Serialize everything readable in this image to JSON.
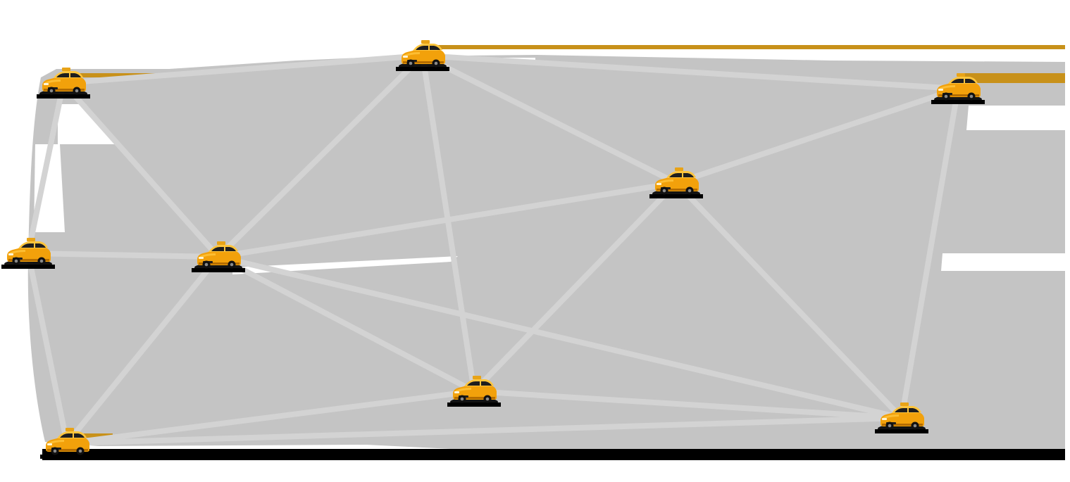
{
  "diagram": {
    "node_icon": "taxi-car-icon",
    "colors": {
      "background": "#ffffff",
      "region_fill": "#c4c4c4",
      "link": "#d3d3d3",
      "car_body": "#f2a10b",
      "car_body_light": "#ffc53d",
      "car_body_dark": "#b56d00",
      "car_glass": "#1e1e1e",
      "tyre": "#111111",
      "ground_shadow": "#000000",
      "roof_sign": "#e8a317",
      "streak": "#c8911a"
    },
    "nodes": [
      {
        "id": "car-1"
      },
      {
        "id": "car-2"
      },
      {
        "id": "car-3"
      },
      {
        "id": "car-4"
      },
      {
        "id": "car-5"
      },
      {
        "id": "car-6"
      },
      {
        "id": "car-7"
      },
      {
        "id": "car-8"
      },
      {
        "id": "car-9"
      }
    ],
    "links": [
      [
        "car-1",
        "car-2"
      ],
      [
        "car-1",
        "car-4"
      ],
      [
        "car-1",
        "car-5"
      ],
      [
        "car-2",
        "car-3"
      ],
      [
        "car-2",
        "car-5"
      ],
      [
        "car-2",
        "car-6"
      ],
      [
        "car-2",
        "car-7"
      ],
      [
        "car-3",
        "car-6"
      ],
      [
        "car-3",
        "car-8"
      ],
      [
        "car-4",
        "car-5"
      ],
      [
        "car-4",
        "car-9"
      ],
      [
        "car-5",
        "car-6"
      ],
      [
        "car-5",
        "car-7"
      ],
      [
        "car-5",
        "car-8"
      ],
      [
        "car-5",
        "car-9"
      ],
      [
        "car-6",
        "car-7"
      ],
      [
        "car-6",
        "car-8"
      ],
      [
        "car-7",
        "car-8"
      ],
      [
        "car-7",
        "car-9"
      ],
      [
        "car-8",
        "car-9"
      ]
    ]
  }
}
